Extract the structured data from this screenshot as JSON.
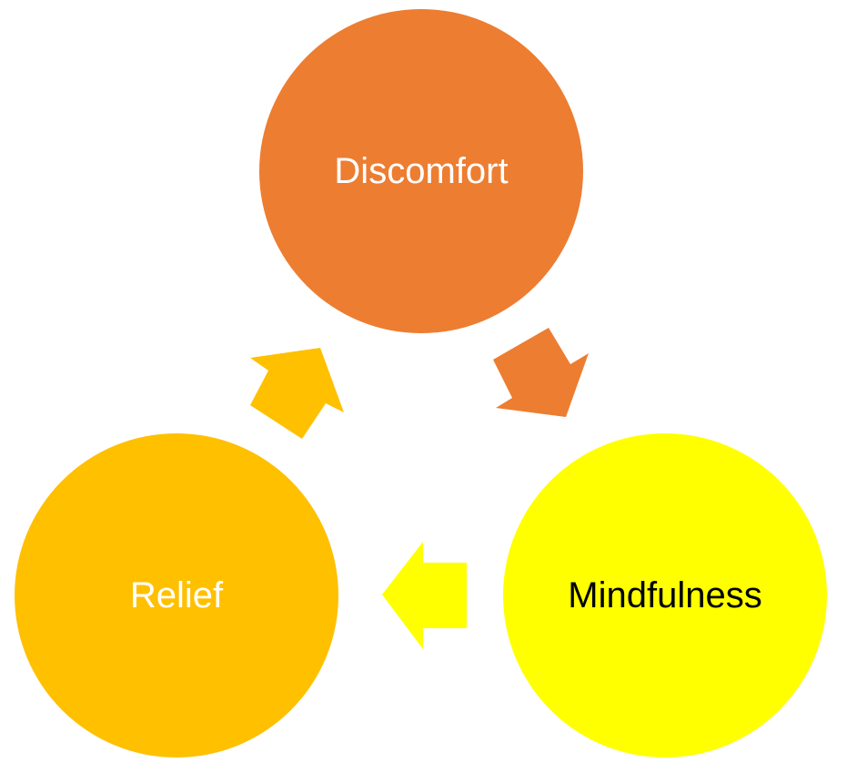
{
  "diagram": {
    "type": "cycle",
    "nodes": [
      {
        "id": "discomfort",
        "label": "Discomfort",
        "fill": "#ED7D31",
        "text_color": "#FFFFFF"
      },
      {
        "id": "mindfulness",
        "label": "Mindfulness",
        "fill": "#FFFF00",
        "text_color": "#000000"
      },
      {
        "id": "relief",
        "label": "Relief",
        "fill": "#FFC000",
        "text_color": "#FFFFFF"
      }
    ],
    "edges": [
      {
        "from": "discomfort",
        "to": "mindfulness",
        "fill": "#ED7D31"
      },
      {
        "from": "mindfulness",
        "to": "relief",
        "fill": "#FFFF00"
      },
      {
        "from": "relief",
        "to": "discomfort",
        "fill": "#FFC000"
      }
    ]
  }
}
